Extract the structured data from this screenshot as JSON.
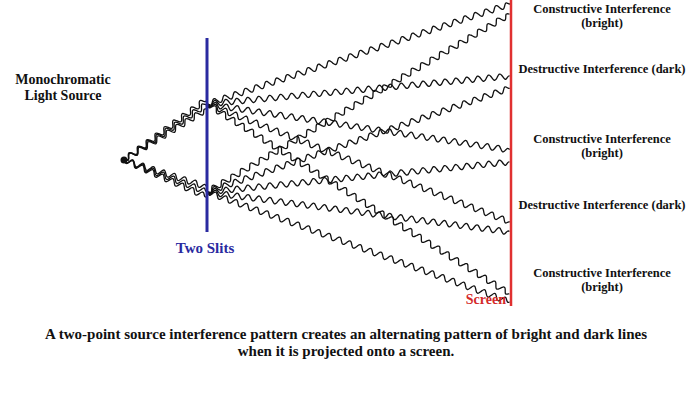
{
  "diagram": {
    "caption": "A two-point source interference pattern creates an alternating pattern of bright and dark lines when it is projected onto a screen.",
    "labels": [
      "Monochromatic Light Source",
      "Two Slits",
      "Screen",
      "Constructive Interference (bright)",
      "Destructive Interference (dark)",
      "Constructive Interference (bright)",
      "Destructive Interference (dark)",
      "Constructive Interference (bright)"
    ]
  }
}
